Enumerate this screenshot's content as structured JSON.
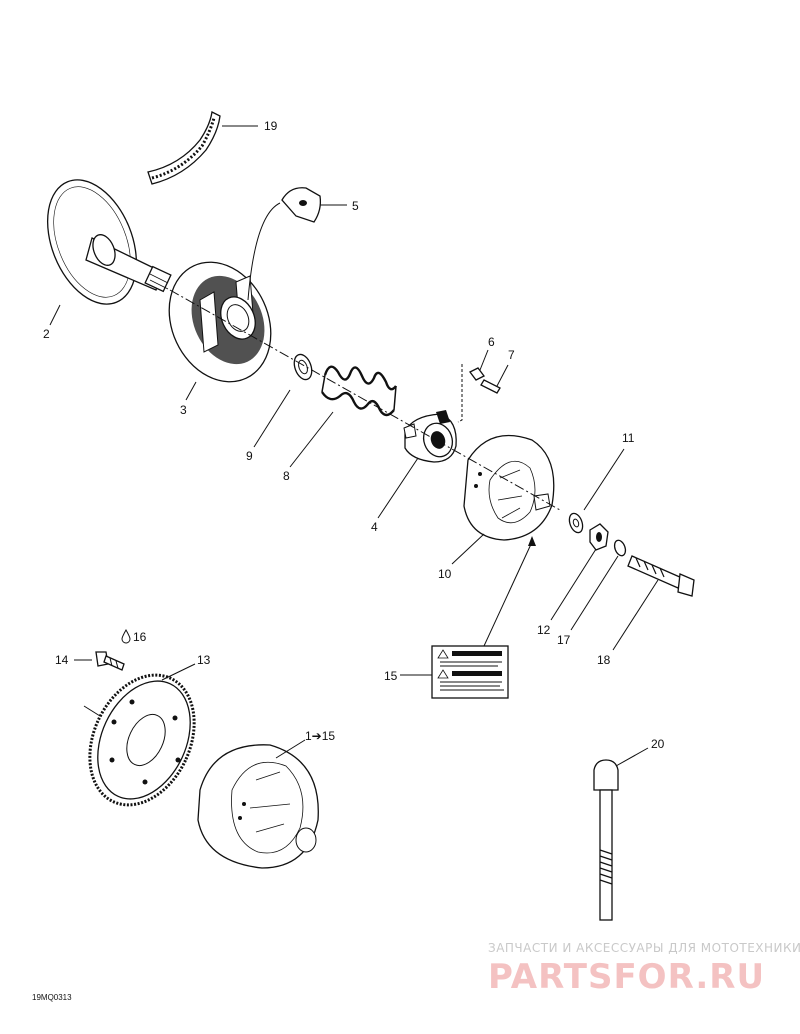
{
  "callouts": [
    {
      "id": "19",
      "text": "19"
    },
    {
      "id": "5",
      "text": "5"
    },
    {
      "id": "2",
      "text": "2"
    },
    {
      "id": "3",
      "text": "3"
    },
    {
      "id": "6",
      "text": "6"
    },
    {
      "id": "7",
      "text": "7"
    },
    {
      "id": "9",
      "text": "9"
    },
    {
      "id": "8",
      "text": "8"
    },
    {
      "id": "4",
      "text": "4"
    },
    {
      "id": "10",
      "text": "10"
    },
    {
      "id": "11",
      "text": "11"
    },
    {
      "id": "12",
      "text": "12"
    },
    {
      "id": "17",
      "text": "17"
    },
    {
      "id": "18",
      "text": "18"
    },
    {
      "id": "14",
      "text": "14"
    },
    {
      "id": "16",
      "text": "16"
    },
    {
      "id": "13",
      "text": "13"
    },
    {
      "id": "1_15",
      "text": "1➔15"
    },
    {
      "id": "15",
      "text": "15"
    },
    {
      "id": "20",
      "text": "20"
    }
  ],
  "drawing_code": "19MQ0313",
  "watermark": {
    "tagline": "ЗАПЧАСТИ И АКСЕССУАРЫ ДЛЯ МОТОТЕХНИКИ",
    "logo": "PARTSFOR.RU"
  },
  "icons": {
    "drop": "drop-icon",
    "warning": "warning-icon"
  }
}
